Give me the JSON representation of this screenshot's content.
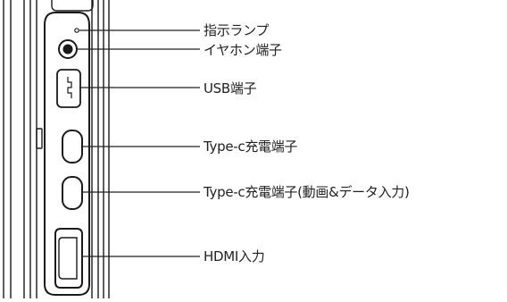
{
  "diagram": {
    "labels": {
      "indicator_lamp": "指示ランプ",
      "earphone_jack": "イヤホン端子",
      "usb_port": "USB端子",
      "typec_charge": "Type-c充電端子",
      "typec_charge_av": "Type-c充電端子(動画&データ入力)",
      "hdmi_input": "HDMI入力"
    },
    "colors": {
      "stroke": "#1a1a1a",
      "leader": "#222222",
      "text": "#222222"
    }
  }
}
